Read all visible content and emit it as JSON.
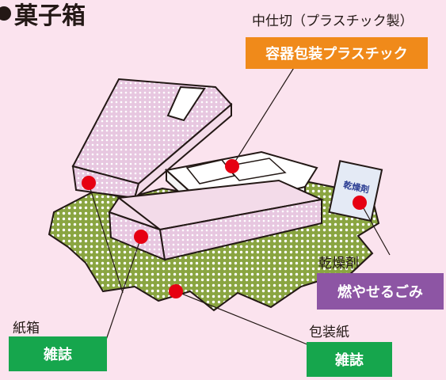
{
  "title": "菓子箱",
  "labels": {
    "divider_caption": "中仕切（プラスチック製）",
    "divider_badge": "容器包装プラスチック",
    "desiccant_caption": "乾燥剤",
    "desiccant_badge": "燃やせるごみ",
    "box_caption": "紙箱",
    "box_badge": "雑誌",
    "wrap_caption": "包装紙",
    "wrap_badge": "雑誌",
    "packet_text": "乾燥剤"
  },
  "colors": {
    "background": "#fbe3ee",
    "orange_badge": "#f08a1a",
    "purple_badge": "#8d55a4",
    "green_badge": "#16a64d",
    "marker": "#e60012"
  }
}
